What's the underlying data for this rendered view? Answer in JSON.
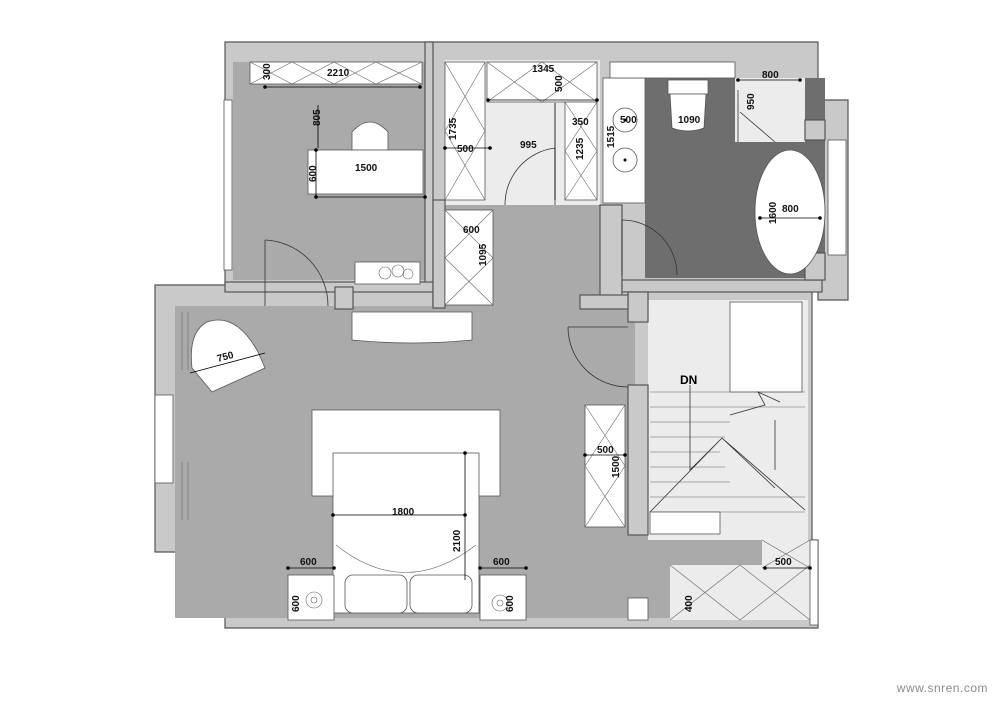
{
  "plan": {
    "dims": {
      "cabinet_top_depth": "300",
      "cabinet_top_width": "2210",
      "study_depth": "805",
      "desk_width": "1500",
      "desk_depth": "600",
      "wardrobe_1345": "1345",
      "wardrobe_500a": "500",
      "wardrobe_1735": "1735",
      "wardrobe_500b": "500",
      "closet_995": "995",
      "closet_350": "350",
      "closet_1235": "1235",
      "closet_1515": "1515",
      "sink_500": "500",
      "toilet_1090": "1090",
      "shower_800": "800",
      "shower_950": "950",
      "tub_1600": "1600",
      "tub_800": "800",
      "hall_600": "600",
      "hall_1095": "1095",
      "chair_750": "750",
      "bed_1800": "1800",
      "bed_2100": "2100",
      "left_nightstand_w": "600",
      "left_nightstand_d": "600",
      "right_nightstand_w": "600",
      "right_nightstand_d": "600",
      "dresser_500": "500",
      "dresser_1500": "1500",
      "cabinet_500": "500",
      "cabinet_400": "400"
    },
    "stair_label": "DN"
  },
  "watermark": "www.snren.com"
}
